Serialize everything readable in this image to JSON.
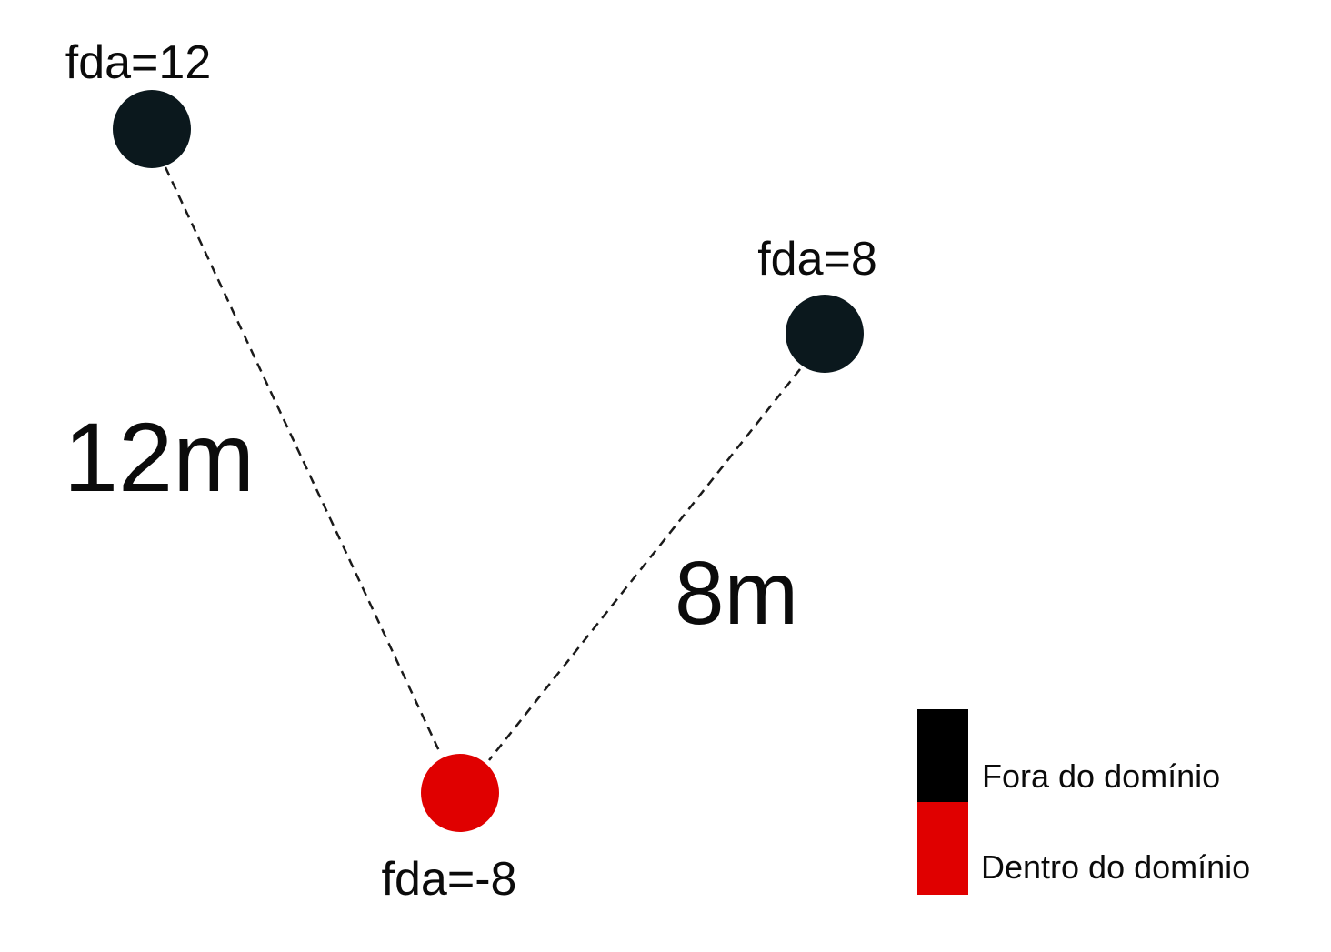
{
  "colors": {
    "outside": "#0b181d",
    "inside": "#e00000",
    "legend_outside": "#000000",
    "legend_inside": "#e00000",
    "edge": "#1a1a1a"
  },
  "nodes": [
    {
      "id": "top-left",
      "label": "fda=12",
      "state": "outside"
    },
    {
      "id": "right",
      "label": "fda=8",
      "state": "outside"
    },
    {
      "id": "bottom",
      "label": "fda=-8",
      "state": "inside"
    }
  ],
  "edges": [
    {
      "from": "top-left",
      "to": "bottom",
      "label": "12m"
    },
    {
      "from": "right",
      "to": "bottom",
      "label": "8m"
    }
  ],
  "legend": {
    "outside_label": "Fora do domínio",
    "inside_label": "Dentro do domínio"
  }
}
